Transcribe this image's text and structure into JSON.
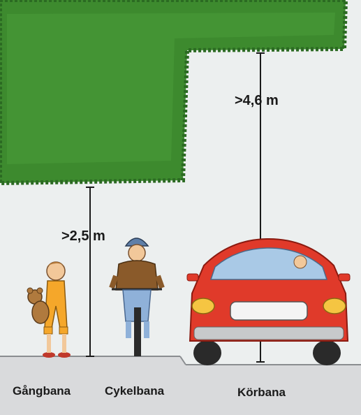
{
  "measurements": {
    "hedge_clearance": ">2,5 m",
    "road_clearance": ">4,6 m"
  },
  "lanes": {
    "sidewalk": "Gångbana",
    "bike_lane": "Cykelbana",
    "roadway": "Körbana"
  },
  "colors": {
    "hedge": "#3d8a2e",
    "hedge_dark": "#2b6a22",
    "car": "#e03a2a",
    "ground": "#d9dadc",
    "sky": "#ecefef"
  }
}
